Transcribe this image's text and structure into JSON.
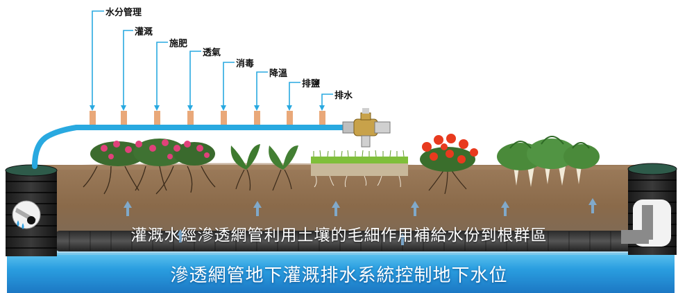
{
  "labels": {
    "water_management": "水分管理",
    "irrigation": "灌溉",
    "fertilization": "施肥",
    "aeration": "透氣",
    "disinfection": "消毒",
    "cooling": "降溫",
    "desalination": "排鹽",
    "drainage": "排水"
  },
  "captions": {
    "soil": "灌溉水經滲透網管利用土壤的毛細作用補給水份到根群區",
    "water": "滲透網管地下灌溉排水系統控制地下水位"
  },
  "colors": {
    "pipe": "#29a9e0",
    "soil": "#8a6b4c",
    "water": "#1f8fd6",
    "outlet": "#e9a879"
  }
}
